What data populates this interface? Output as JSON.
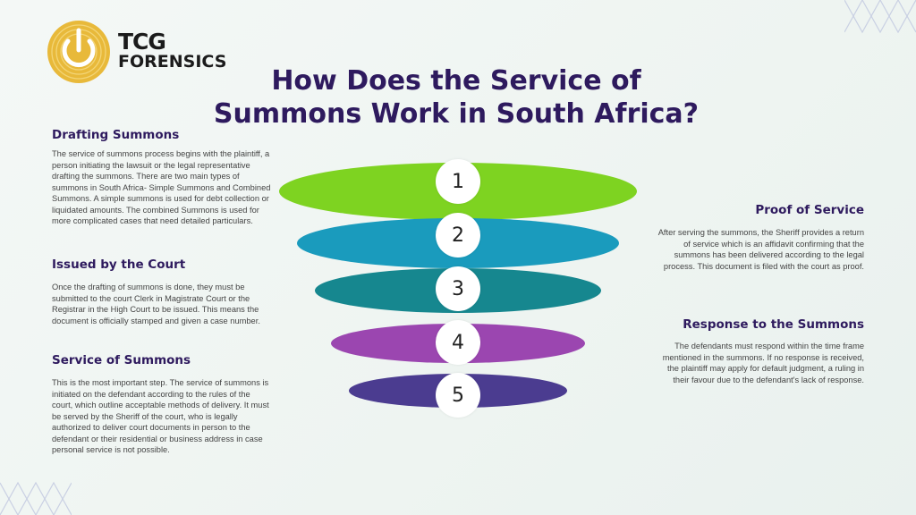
{
  "brand": {
    "line1": "TCG",
    "line2": "FORENSICS",
    "color": "#e8b93a"
  },
  "title": "How Does the Service of Summons Work in South Africa?",
  "left_sections": [
    {
      "heading": "Drafting Summons",
      "body": "The service of summons process begins with the plaintiff, a person initiating the lawsuit or the legal representative drafting the summons. There are two main types of summons in South Africa- Simple Summons and Combined Summons. A simple summons is used for debt collection or liquidated amounts. The combined Summons is used for more complicated cases that need detailed particulars."
    },
    {
      "heading": "Issued by the Court",
      "body": " Once the drafting of summons is done, they must be submitted to the court Clerk in Magistrate Court or the Registrar in the High Court to be issued. This means the document is officially stamped and given a case number."
    },
    {
      "heading": "Service of Summons",
      "body": "This is the most important step. The service of summons is initiated on the defendant according to the rules of the court, which outline acceptable methods of delivery. It must be served by the Sheriff of the court, who is legally authorized to deliver court documents in person to the defendant or their residential or business address in case personal service is not possible."
    }
  ],
  "right_sections": [
    {
      "heading": "Proof of Service",
      "body": "After serving the summons, the Sheriff provides a return of service which is an affidavit confirming that the summons has been delivered according to the legal process. This document is filed with the court as proof."
    },
    {
      "heading": "Response to the Summons",
      "body": "The defendants must respond within the time frame mentioned in the summons. If no response is received, the plaintiff may apply for default judgment, a ruling in their favour due to the defendant's lack of response."
    }
  ],
  "steps": [
    {
      "number": "1",
      "color": "#7ed321"
    },
    {
      "number": "2",
      "color": "#1a9bbd"
    },
    {
      "number": "3",
      "color": "#16878f"
    },
    {
      "number": "4",
      "color": "#9b46b0"
    },
    {
      "number": "5",
      "color": "#4b3c90"
    }
  ]
}
